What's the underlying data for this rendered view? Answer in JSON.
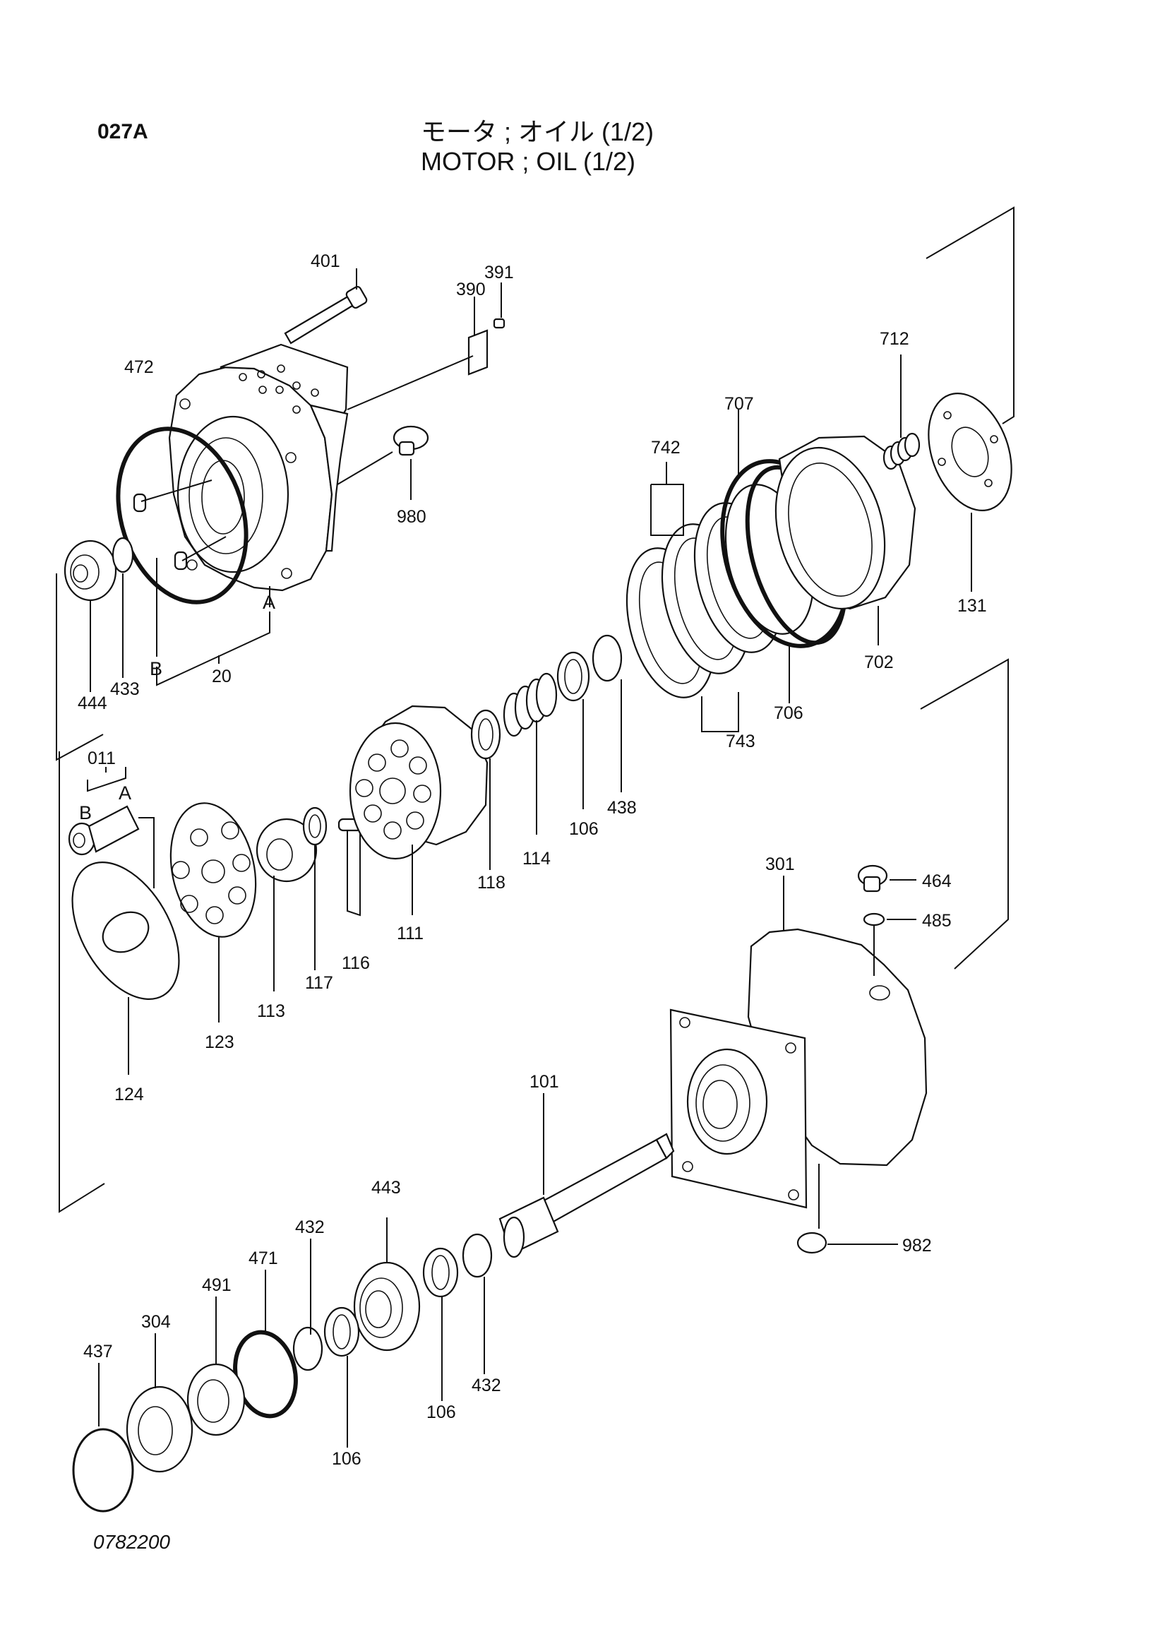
{
  "header": {
    "page_code": "027A",
    "title_jp": "モータ ; オイル (1/2)",
    "title_en": "MOTOR ; OIL (1/2)"
  },
  "footer": {
    "drawing_number": "0782200"
  },
  "callouts": {
    "p401": "401",
    "p391": "391",
    "p390": "390",
    "p472": "472",
    "p980": "980",
    "p444": "444",
    "p433": "433",
    "p20": "20",
    "p011": "011",
    "p124": "124",
    "p123": "123",
    "p113": "113",
    "p117": "117",
    "p116": "116",
    "p111": "111",
    "p118": "118",
    "p114": "114",
    "p106a": "106",
    "p438": "438",
    "p742": "742",
    "p707": "707",
    "p712": "712",
    "p131": "131",
    "p702": "702",
    "p706": "706",
    "p743": "743",
    "p301": "301",
    "p464": "464",
    "p485": "485",
    "p101": "101",
    "p982": "982",
    "p443": "443",
    "p432a": "432",
    "p432b": "432",
    "p471": "471",
    "p491": "491",
    "p304": "304",
    "p437": "437",
    "p106b": "106",
    "p106c": "106"
  },
  "letters": {
    "a1": "A",
    "b1": "B",
    "a2": "A",
    "b2": "B"
  }
}
